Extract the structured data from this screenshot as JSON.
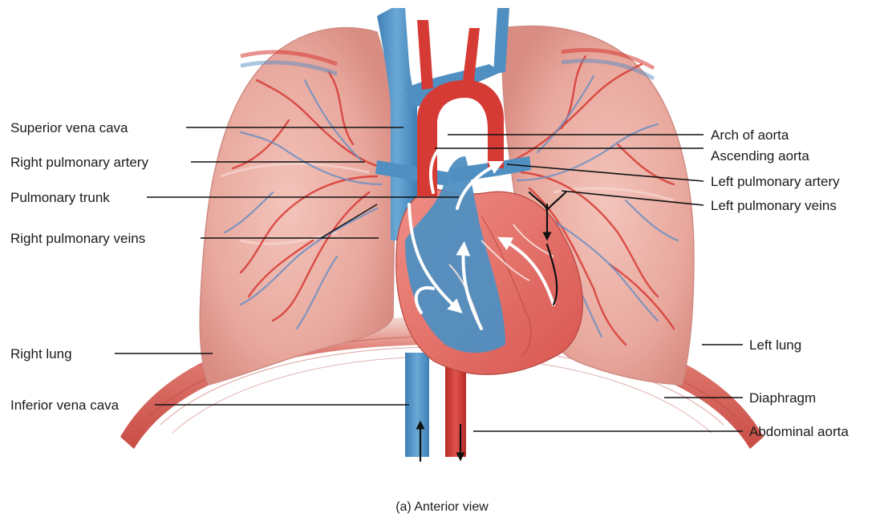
{
  "labels_left": [
    {
      "id": "superior-vena-cava",
      "text": "Superior vena cava"
    },
    {
      "id": "right-pulmonary-artery",
      "text": "Right pulmonary artery"
    },
    {
      "id": "pulmonary-trunk",
      "text": "Pulmonary trunk"
    },
    {
      "id": "right-pulmonary-veins",
      "text": "Right pulmonary veins"
    },
    {
      "id": "right-lung",
      "text": "Right lung"
    },
    {
      "id": "inferior-vena-cava",
      "text": "Inferior vena cava"
    }
  ],
  "labels_right": [
    {
      "id": "arch-of-aorta",
      "text": "Arch of aorta"
    },
    {
      "id": "ascending-aorta",
      "text": "Ascending aorta"
    },
    {
      "id": "left-pulmonary-artery",
      "text": "Left pulmonary artery"
    },
    {
      "id": "left-pulmonary-veins",
      "text": "Left pulmonary veins"
    },
    {
      "id": "left-lung",
      "text": "Left lung"
    },
    {
      "id": "diaphragm",
      "text": "Diaphragm"
    },
    {
      "id": "abdominal-aorta",
      "text": "Abdominal aorta"
    }
  ],
  "caption": "(a) Anterior view",
  "colors": {
    "lung": "#eeb6ac",
    "lung_dark": "#d98c82",
    "lung_shine": "#f8dcd6",
    "artery_red": "#d63a34",
    "vein_blue": "#4f8fc1",
    "heart": "#e8706a",
    "diaphragm": "#d9645c",
    "text": "#1a1a1a"
  }
}
